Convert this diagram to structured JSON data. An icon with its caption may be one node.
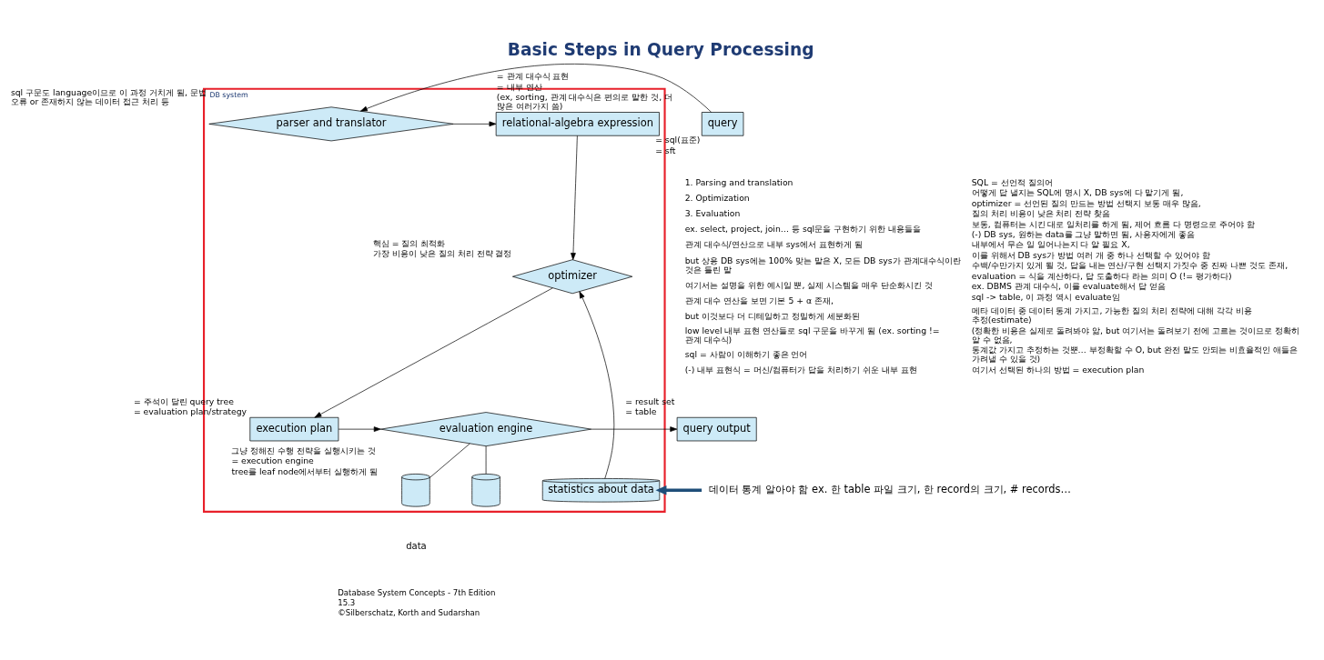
{
  "diagram": {
    "title": "Basic Steps in Query Processing",
    "nodes": [
      {
        "text": [
          "DB system"
        ]
      },
      {
        "text": [
          "query"
        ],
        "beside": [
          "= sql(표준)",
          "= sft"
        ]
      },
      {
        "text": [
          "parser and translator"
        ],
        "in": 0,
        "beside": [
          "sql 구문도 language이므로 이 과정 거치게 됨, 문법 오류 or 존재하지 않는 데이터 접근 처리 등"
        ]
      },
      {
        "text": [
          "relational-algebra expression"
        ],
        "in": 0,
        "beside": [
          "= 관계 대수식 표현",
          "= 내부 연산",
          "(ex, sorting, 관계 대수식은 편의로 말한 것, 더 많은 여러가지 씀)"
        ]
      },
      {
        "text": [
          "optimizer"
        ],
        "in": 0,
        "beside": [
          "핵심 = 질의 최적화",
          "가장 비용이 낮은 질의 처리 전략 결정"
        ]
      },
      {
        "text": [
          "execution plan"
        ],
        "in": 0,
        "beside": [
          "= 주석이 달린 query tree",
          "= evaluation plan/strategy"
        ]
      },
      {
        "text": [
          "evaluation engine"
        ],
        "in": 0,
        "beside": [
          "그냥 정해진 수행 전략을 실행시키는 것",
          "= execution engine",
          "tree를 leaf node에서부터 실행하게 됨"
        ]
      },
      {
        "text": [
          "query output"
        ],
        "beside": [
          "= result set",
          "= table"
        ]
      },
      {
        "text": [],
        "shape": "cylinder",
        "in": 0
      },
      {
        "text": [],
        "shape": "cylinder",
        "in": 0
      },
      {
        "text": [
          "statistics about data"
        ],
        "in": 0
      },
      {
        "text": [
          "데이터 통계 알아야 함 ex. 한 table 파일 크기, 한 record의 크기, # records…"
        ]
      }
    ],
    "edges": [
      {
        "from": 1,
        "to": 2,
        "arrow": "to"
      },
      {
        "from": 2,
        "to": 3,
        "arrow": "to"
      },
      {
        "from": 3,
        "to": 4,
        "arrow": "to"
      },
      {
        "from": 4,
        "to": 5,
        "arrow": "to"
      },
      {
        "from": 5,
        "to": 6,
        "arrow": "to"
      },
      {
        "from": 6,
        "to": 7,
        "arrow": "to"
      },
      {
        "from": 6,
        "to": 8,
        "arrow": "none"
      },
      {
        "from": 6,
        "to": 9,
        "arrow": "none"
      },
      {
        "from": 10,
        "to": 4,
        "arrow": "to"
      },
      {
        "from": 11,
        "to": 10,
        "arrow": "to",
        "style": "thick",
        "color": "#1f4e79"
      }
    ],
    "labels": [
      "1. Parsing and translation",
      "2. Optimization",
      "3. Evaluation",
      "ex. select, project, join… 등 sql문을 구현하기 위한 내용들을",
      "관계 대수식/연산으로 내부 sys에서 표현하게 됨",
      "but 상용 DB sys에는 100% 맞는 말은 X, 모든 DB sys가 관계대수식이란 것은 틀린 말",
      "여기서는 설명을 위한 예시일 뿐, 실제 시스템을 매우 단순화시킨 것",
      "관계 대수 연산을 보면 기본 5 + α 존재,",
      "but 이것보다 더 디테일하고 정밀하게 세분화된",
      "low level 내부 표현 연산들로 sql 구문을 바꾸게 됨 (ex. sorting != 관계 대수식)",
      "sql = 사람이 이해하기 좋은 언어",
      "(-) 내부 표현식 = 머신/컴퓨터가 답을 처리하기 쉬운 내부 표현",
      "SQL = 선언적 질의어",
      "어떻게 답 낼지는 SQL에 명시 X, DB sys에 다 맡기게 됨,",
      "optimizer = 선언된 질의 만드는 방법 선택지 보통 매우 많음,",
      "질의 처리 비용이 낮은 처리 전략 찾음",
      "보통, 컴퓨터는 시킨 대로 일처리를 하게 됨, 제어 흐름 다 명령으로 주어야 함",
      "(-) DB sys, 원하는 data를 그냥 말하면 됨, 사용자에게 좋음",
      "내부에서 무슨 일 일어나는지 다 알 필요 X,",
      "이를 위해서 DB sys가 방법 여러 개 중 하나 선택할 수 있어야 함",
      "수백/수만가지 있게 될 것, 답을 내는 연산/구현 선택지 가짓수 중 진짜 나쁜 것도 존재,",
      "evaluation = 식을 계산하다, 답 도출하다 라는 의미 O (!= 평가하다)",
      "ex. DBMS 관계 대수식, 이를 evaluate해서 답 얻음",
      "sql -> table, 이 과정 역시 evaluate임",
      "data",
      "메타 데이터 중 데이터 통계 가지고, 가능한 질의 처리 전략에 대해 각각 비용 추정(estimate)",
      "(정확한 비용은 실제로 돌려봐야 앎, but 여기서는 돌려보기 전에 고르는 것이므로 정확히 알 수 없음,",
      "통계값 가지고 추정하는 것뿐… 부정확할 수 O, but 완전 말도 안되는 비효율적인 애들은 가려낼 수 있을 것)",
      "여기서 선택된 하나의 방법 = execution plan",
      "Database System Concepts - 7th Edition",
      "15.3",
      "©Silberschatz, Korth and Sudarshan"
    ]
  }
}
